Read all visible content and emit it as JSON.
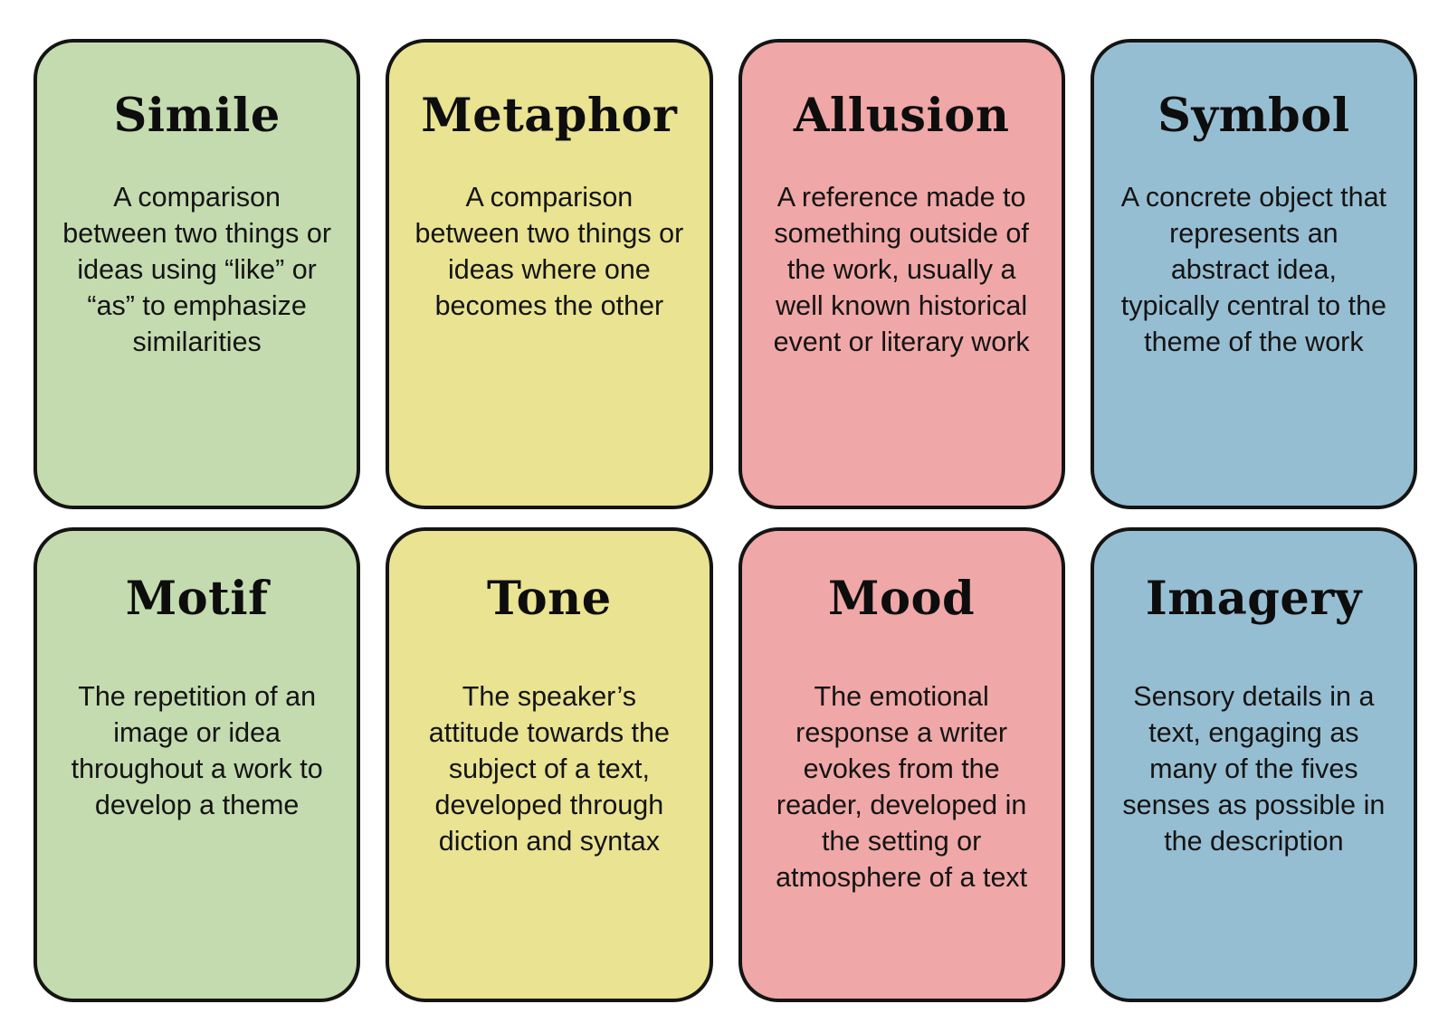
{
  "page": {
    "background": "#ffffff",
    "border_color": "#141414",
    "text_color": "#141414",
    "columns": 4,
    "rows": 2
  },
  "palette": {
    "green": "#C4DBAF",
    "yellow": "#E9E392",
    "pink": "#F0A7A7",
    "blue": "#96BED2"
  },
  "cards": [
    {
      "title": "Simile",
      "body": "A comparison between two things or ideas using “like” or “as” to emphasize similarities",
      "color": "#C4DBAF",
      "color_name": "green",
      "row": 1,
      "column": 1
    },
    {
      "title": "Metaphor",
      "body": "A comparison between two things or ideas where one becomes the other",
      "color": "#E9E392",
      "color_name": "yellow",
      "row": 1,
      "column": 2
    },
    {
      "title": "Allusion",
      "body": "A reference made to something outside of the work, usually a well known historical event or literary work",
      "color": "#F0A7A7",
      "color_name": "pink",
      "row": 1,
      "column": 3
    },
    {
      "title": "Symbol",
      "body": "A concrete object that represents an abstract idea, typically central to the theme of the work",
      "color": "#96BED2",
      "color_name": "blue",
      "row": 1,
      "column": 4
    },
    {
      "title": "Motif",
      "body": "The repetition of an image or idea throughout a work to develop a theme",
      "color": "#C4DBAF",
      "color_name": "green",
      "row": 2,
      "column": 1
    },
    {
      "title": "Tone",
      "body": "The speaker’s attitude towards the subject of a text, developed through diction and syntax",
      "color": "#E9E392",
      "color_name": "yellow",
      "row": 2,
      "column": 2
    },
    {
      "title": "Mood",
      "body": "The emotional response a writer evokes from the reader, developed in the setting or atmosphere of a text",
      "color": "#F0A7A7",
      "color_name": "pink",
      "row": 2,
      "column": 3
    },
    {
      "title": "Imagery",
      "body": "Sensory details in a text, engaging as many of the fives senses as possible in the description",
      "color": "#96BED2",
      "color_name": "blue",
      "row": 2,
      "column": 4
    }
  ]
}
